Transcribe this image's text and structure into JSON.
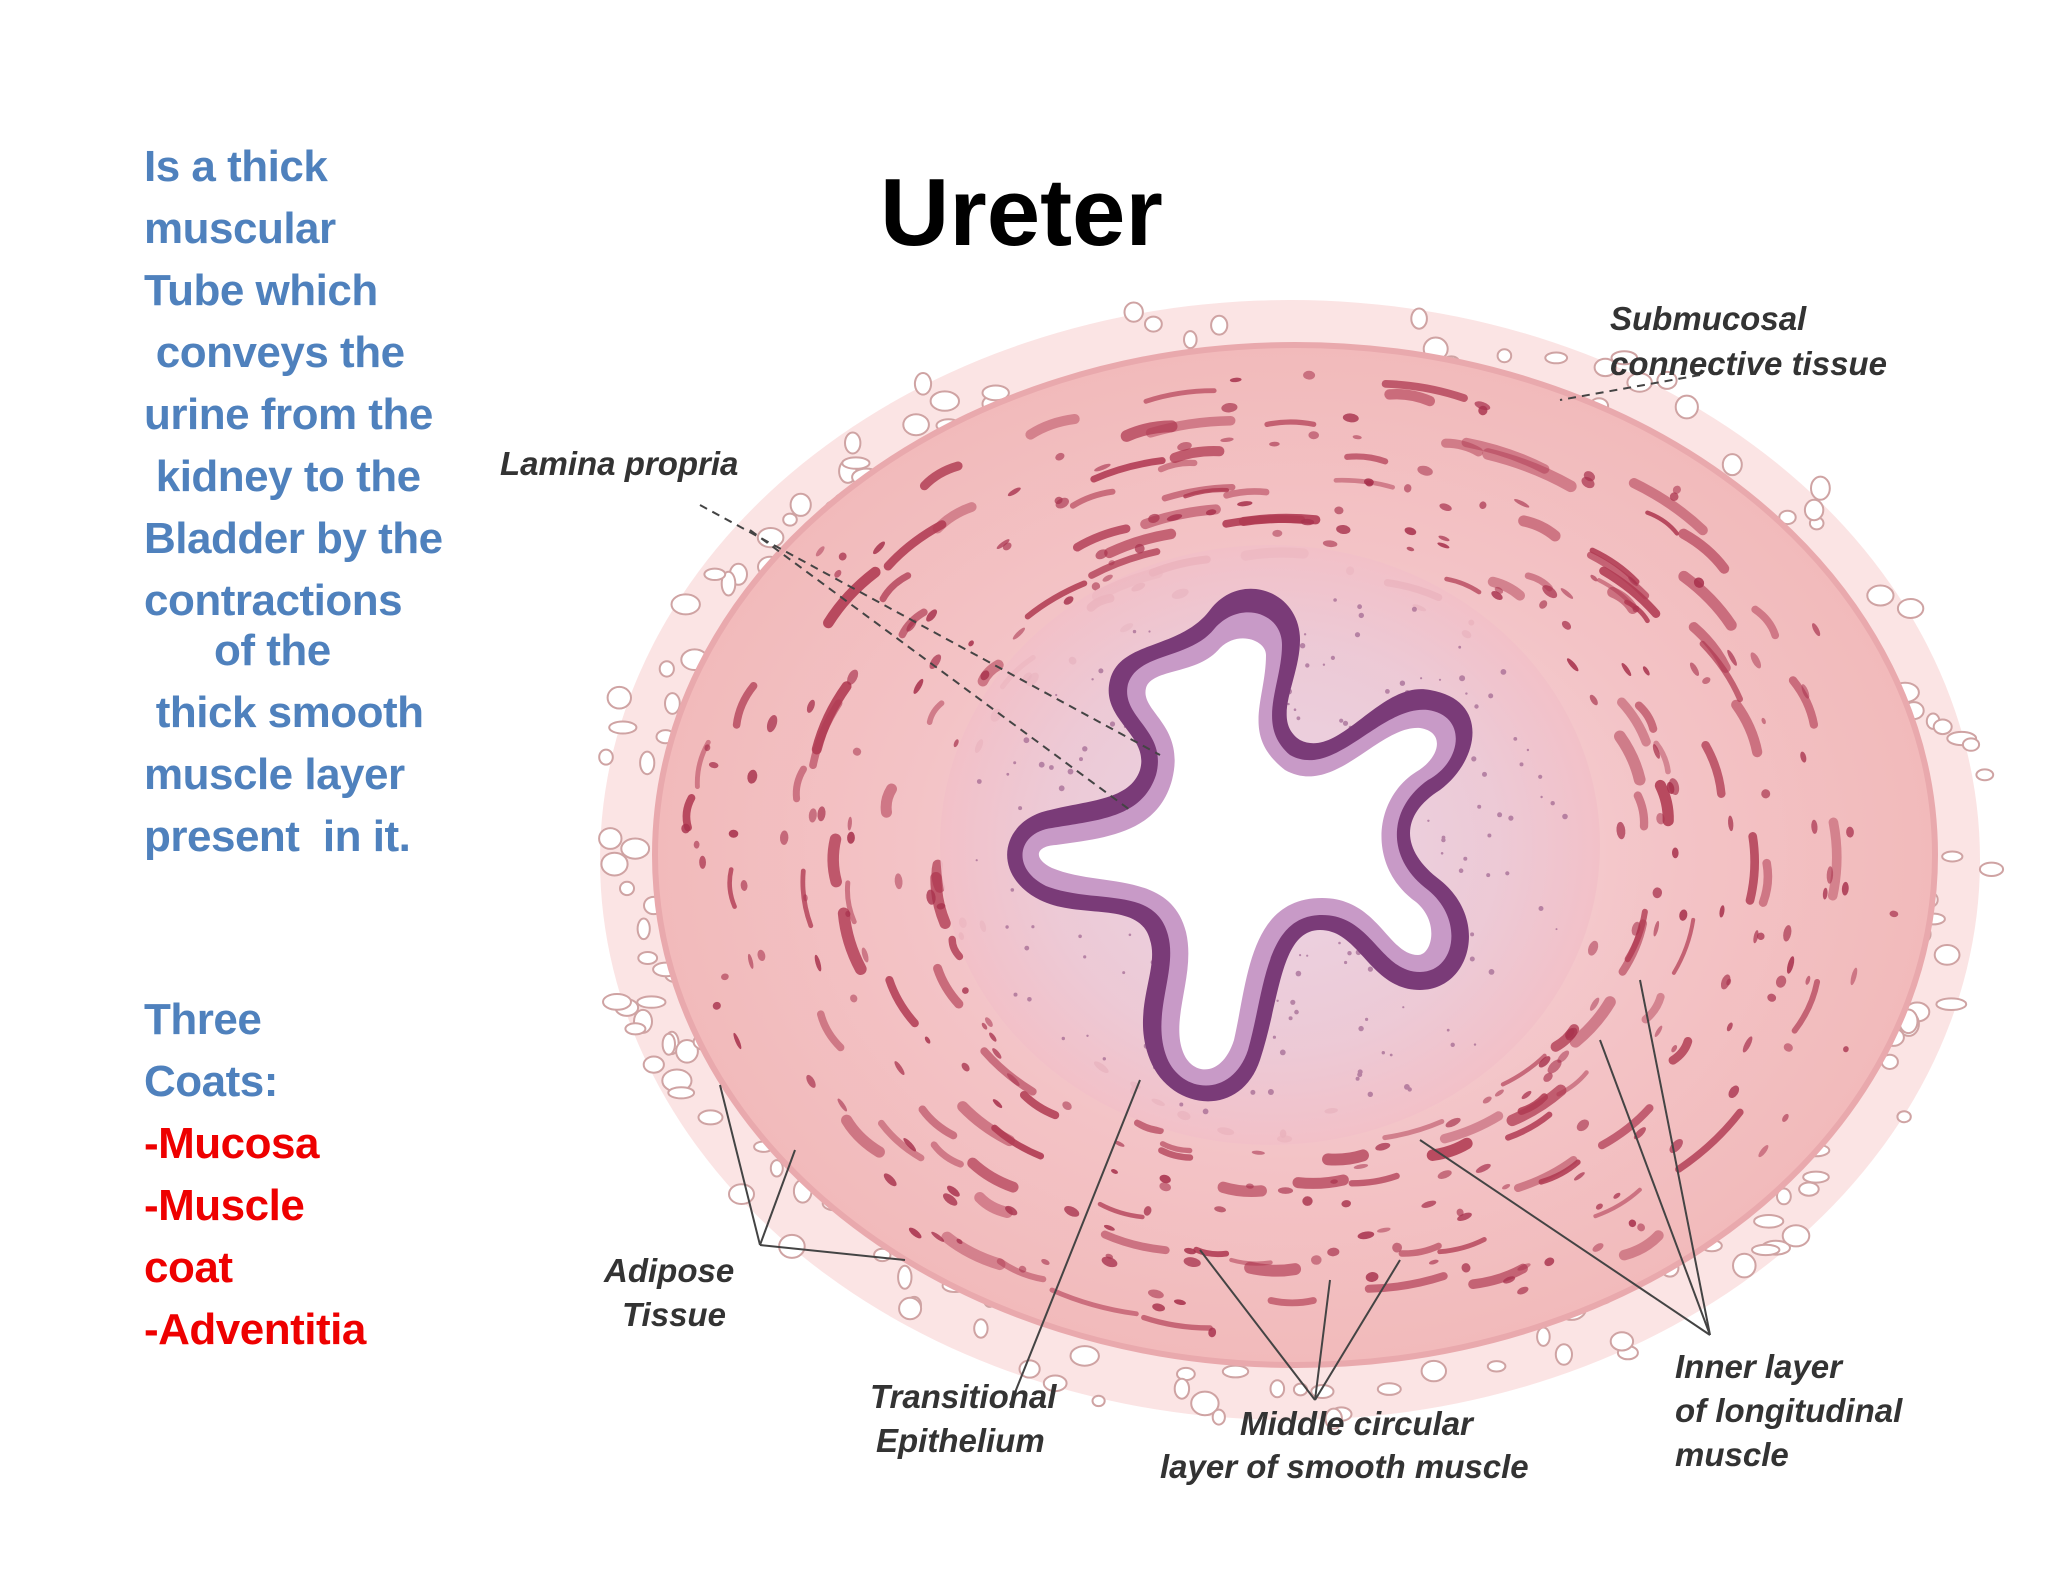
{
  "title": "Ureter",
  "description_lines": [
    "Is a thick",
    "muscular",
    "Tube which",
    " conveys the",
    "urine from the",
    " kidney to the",
    "Bladder by the",
    "contractions",
    "of the",
    " thick smooth",
    "muscle layer",
    "present  in it."
  ],
  "coats": {
    "heading_lines": [
      "Three",
      "Coats:"
    ],
    "items": [
      "-Mucosa",
      "-Muscle",
      "coat",
      "-Adventitia"
    ]
  },
  "diagram_labels": {
    "lamina_propria": "Lamina propria",
    "submucosal": [
      "Submucosal",
      "connective tissue"
    ],
    "adipose": [
      "Adipose",
      "Tissue"
    ],
    "transitional": [
      "Transitional",
      "Epithelium"
    ],
    "middle_circular": [
      "Middle circular",
      "layer of smooth muscle"
    ],
    "inner_layer": [
      "Inner layer",
      "of longitudinal",
      "muscle"
    ]
  },
  "colors": {
    "description_text": "#4f81bd",
    "coat_items": "#ee0000",
    "tissue_pink": "#f4c4c4",
    "muscle_red": "#b03a52",
    "epithelium_purple": "#7a3b78",
    "lumen": "#ffffff"
  }
}
